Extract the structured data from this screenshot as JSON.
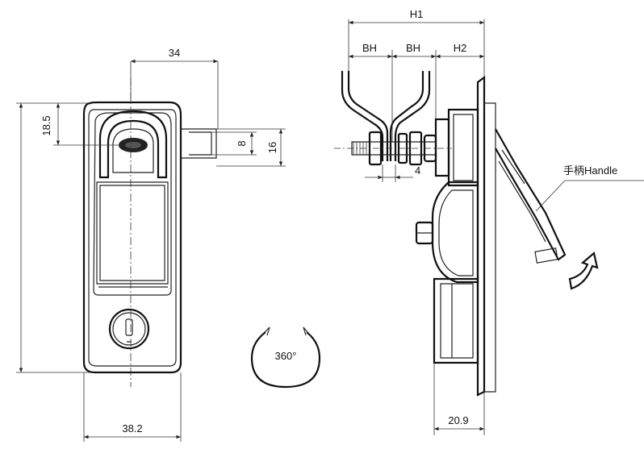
{
  "dimensions": {
    "width_34": "34",
    "width_38_2": "38.2",
    "height_18_5": "18.5",
    "height_8": "8",
    "height_16": "16",
    "h1": "H1",
    "bh_1": "BH",
    "bh_2": "BH",
    "h2": "H2",
    "thread_4": "4",
    "depth_20_9": "20.9"
  },
  "labels": {
    "rotation": "360°",
    "handle": "手柄Handle"
  }
}
